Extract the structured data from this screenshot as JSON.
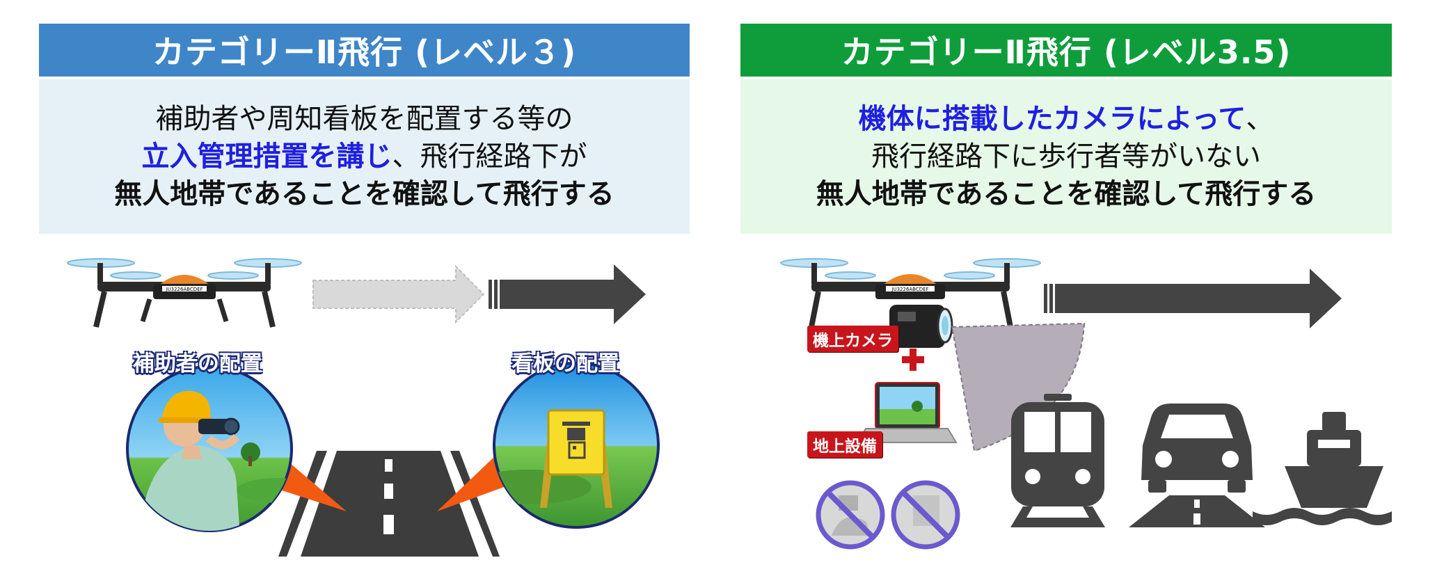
{
  "left": {
    "title": "カテゴリーⅡ飛行 (レベル３)",
    "line1": "補助者や周知看板を配置する等の",
    "line2_highlight": "立入管理措置を講じ",
    "line2_rest": "、飛行経路下が",
    "line3": "無人地帯であることを確認して飛行する",
    "label_assistant": "補助者の配置",
    "label_sign": "看板の配置",
    "drone_id": "JU3226ABCDEF",
    "colors": {
      "header": "#3f86c9",
      "body": "#e6f1f7",
      "highlight": "#1f1fe0"
    }
  },
  "right": {
    "title": "カテゴリーⅡ飛行 (レベル3.5)",
    "line1_highlight": "機体に搭載したカメラによって",
    "line1_rest": "、",
    "line2": "飛行経路下に歩行者等がいない",
    "line3": "無人地帯であることを確認して飛行する",
    "label_camera": "機上カメラ",
    "label_plus": "+",
    "label_ground": "地上設備",
    "drone_id": "JU3226ABCDEF",
    "colors": {
      "header": "#0f9d3c",
      "body": "#e6f8e8",
      "label_bg": "#c8151b"
    }
  },
  "icons": [
    "drone-icon",
    "arrow-right-icon",
    "assistant-with-binoculars-icon",
    "warning-sign-icon",
    "road-icon",
    "onboard-camera-icon",
    "laptop-icon",
    "no-person-icon",
    "no-sign-icon",
    "train-icon",
    "car-icon",
    "ship-icon"
  ]
}
